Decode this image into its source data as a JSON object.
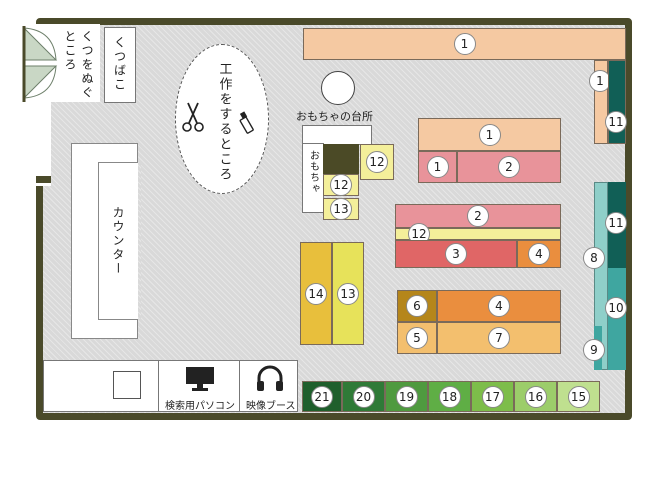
{
  "labels": {
    "shoe_area": "くつをぬぐところ",
    "shoe_box": "くつばこ",
    "workshop": "工作をするところ",
    "toy_kitchen": "おもちゃの台所",
    "toy": "おもちゃ",
    "counter": "カウンター",
    "search_pc": "検索用パソコン",
    "video_booth": "映像ブース"
  },
  "shelves": {
    "s1_top": "1",
    "s1_right": "1",
    "s11_right": "11",
    "s1_mid": "1",
    "s1_small": "1",
    "s2_upper": "2",
    "s12_small": "12",
    "s12_toy": "12",
    "s13_toy": "13",
    "s2_lower": "2",
    "s12_strip": "12",
    "s3": "3",
    "s4_red": "4",
    "s11_side": "11",
    "s8": "8",
    "s10": "10",
    "s9": "9",
    "s14": "14",
    "s13": "13",
    "s6": "6",
    "s4_orange": "4",
    "s5": "5",
    "s7": "7",
    "s21": "21",
    "s20": "20",
    "s19": "19",
    "s18": "18",
    "s17": "17",
    "s16": "16",
    "s15": "15"
  },
  "colors": {
    "wall": "#4a4a2a",
    "floor": "#d9d9d9",
    "peach": "#f5c9a2",
    "pink": "#e8939a",
    "red": "#e06666",
    "orange": "#ea8e3e",
    "yellow": "#e7e25a",
    "teal": "#3fa6a0",
    "dark_green": "#1f5f2c"
  },
  "icons": [
    "scissors-icon",
    "glue-icon",
    "monitor-icon",
    "headphones-icon",
    "door-icon",
    "sink-icon"
  ]
}
